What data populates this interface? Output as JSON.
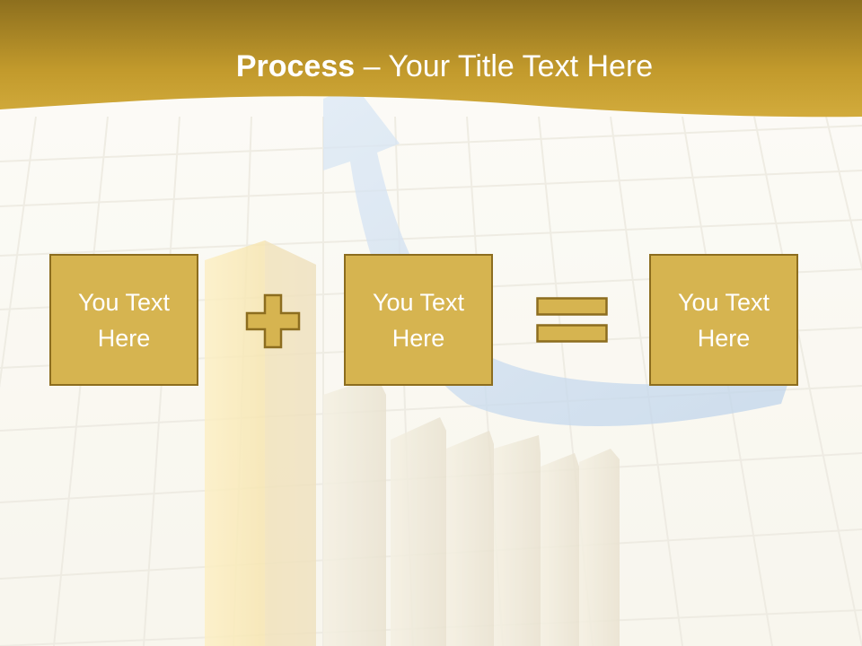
{
  "slide": {
    "title_bold": "Process",
    "title_rest": " – Your Title Text Here",
    "boxes": [
      {
        "label": "You Text Here"
      },
      {
        "label": "You Text Here"
      },
      {
        "label": "You Text Here"
      }
    ],
    "operators": [
      "plus-icon",
      "equals-icon"
    ]
  },
  "colors": {
    "header_gold": "#c49a2a",
    "box_fill": "#d6b450",
    "box_border": "#8c6d1f",
    "arrow_blue": "#a9c6e6",
    "background": "#f8f6ef"
  }
}
